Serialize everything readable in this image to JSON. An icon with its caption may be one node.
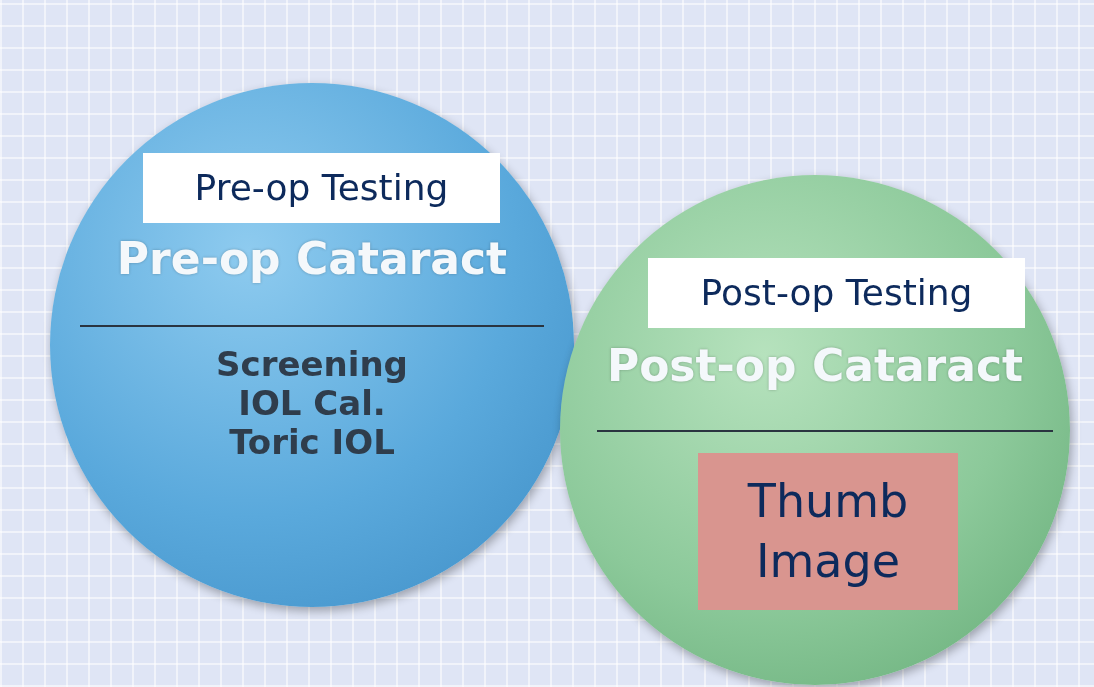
{
  "diagram": {
    "nodes": [
      {
        "text": [
          "Pre-op Cataract",
          "Screening IOL Cal. Toric IOL"
        ]
      },
      {
        "text": [
          "Pre-op Testing"
        ],
        "in": 0
      },
      {
        "text": [
          "Post-op Cataract"
        ]
      },
      {
        "text": [
          "Post-op Testing"
        ],
        "in": 2
      },
      {
        "text": [
          "Thumb Image"
        ],
        "in": 2
      }
    ]
  }
}
